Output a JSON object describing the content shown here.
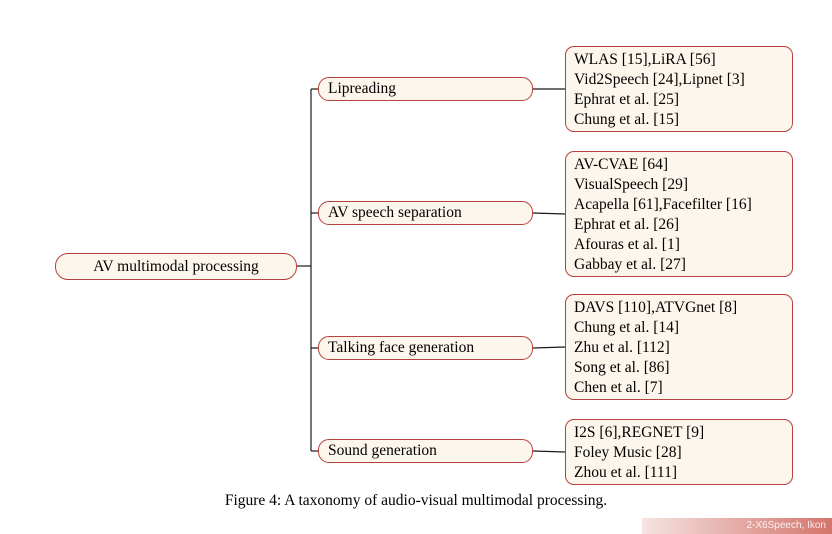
{
  "diagram": {
    "root": {
      "label": "AV multimodal processing"
    },
    "branches": [
      {
        "label": "Lipreading",
        "refs": [
          "WLAS [15],LiRA [56]",
          "Vid2Speech [24],Lipnet [3]",
          "Ephrat et al. [25]",
          "Chung et al. [15]"
        ]
      },
      {
        "label": "AV speech separation",
        "refs": [
          "AV-CVAE [64]",
          "VisualSpeech [29]",
          "Acapella [61],Facefilter [16]",
          "Ephrat et al. [26]",
          "Afouras et al. [1]",
          "Gabbay et al. [27]"
        ]
      },
      {
        "label": "Talking face generation",
        "refs": [
          "DAVS [110],ATVGnet [8]",
          "Chung et al. [14]",
          "Zhu et al. [112]",
          "Song et al. [86]",
          "Chen et al. [7]"
        ]
      },
      {
        "label": "Sound generation",
        "refs": [
          "I2S [6],REGNET [9]",
          "Foley Music [28]",
          "Zhou et al. [111]"
        ]
      }
    ],
    "caption": "Figure 4: A taxonomy of audio-visual multimodal processing.",
    "watermark": "2-X6Speech, Ikon",
    "colors": {
      "node_border": "#b5423f",
      "node_fill": "#fdf6ec",
      "line": "#1a1a1a"
    }
  }
}
